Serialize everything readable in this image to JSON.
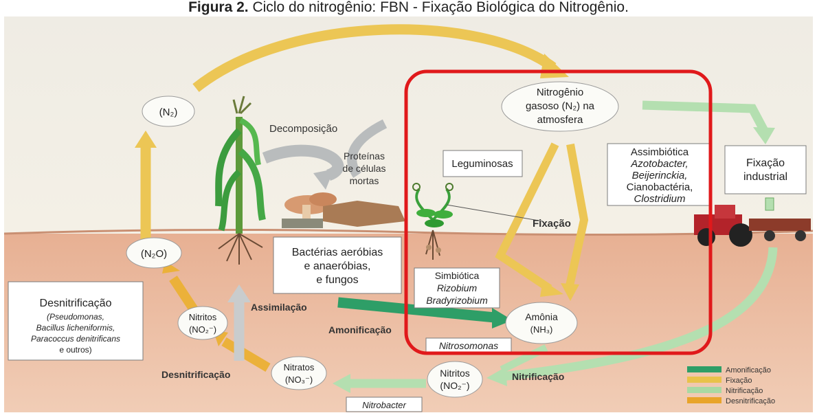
{
  "title": {
    "figure_label": "Figura 2.",
    "text": "Ciclo do nitrogênio: FBN - Fixação Biológica do Nitrogênio."
  },
  "nodes": {
    "n2_left": "(N₂)",
    "n2o": "(N₂O)",
    "atmosphere": [
      "Nitrogênio",
      "gasoso (N₂) na",
      "atmosfera"
    ],
    "nitritos_left": [
      "Nitritos",
      "(NO₂⁻)"
    ],
    "nitratos": [
      "Nitratos",
      "(NO₃⁻)"
    ],
    "nitritos_bottom": [
      "Nitritos",
      "(NO₂⁻)"
    ],
    "amonia": [
      "Amônia",
      "(NH₃)"
    ]
  },
  "boxes": {
    "leguminosas": "Leguminosas",
    "assimbiotica": [
      "Assimbiótica",
      "Azotobacter,",
      "Beijerinckia,",
      "Cianobactéria,",
      "Clostridium"
    ],
    "fixacao_industrial": [
      "Fixação",
      "industrial"
    ],
    "bacterias": [
      "Bactérias aeróbias",
      "e anaeróbias,",
      "e fungos"
    ],
    "simbiotica": [
      "Simbiótica",
      "Rizobium",
      "Bradyrizobium"
    ],
    "desnitrificacao": [
      "Desnitrificação",
      "(Pseudomonas,",
      "Bacillus licheniformis,",
      "Paracoccus denitrificans",
      "e outros)"
    ],
    "nitrosomonas": "Nitrosomonas",
    "nitrobacter": "Nitrobacter"
  },
  "labels": {
    "decomposicao": "Decomposição",
    "proteinas": [
      "Proteínas",
      "de células",
      "mortas"
    ],
    "fixacao": "Fixação",
    "assimilacao": "Assimilação",
    "amonificacao": "Amonificação",
    "desnitrificacao_arrow": "Desnitrificação",
    "nitrificacao": "Nitrificação"
  },
  "legend": [
    {
      "label": "Amonificação",
      "color": "#2e9e67"
    },
    {
      "label": "Fixação",
      "color": "#e8c24a"
    },
    {
      "label": "Nitrificação",
      "color": "#a9d9a3"
    },
    {
      "label": "Desnitrificação",
      "color": "#e8a42a"
    }
  ],
  "colors": {
    "sky": "#f2eee6",
    "soil": "#e9b79c",
    "fixation_arrow": "#ecc655",
    "nitrification_arrow": "#b4dfb0",
    "denitrification_arrow": "#ebb13a",
    "ammonification_arrow": "#2e9e67",
    "decomposition_arrow": "#b9bcbd",
    "assimilation_arrow": "#c9cccd",
    "highlight_frame": "#e0191b"
  }
}
